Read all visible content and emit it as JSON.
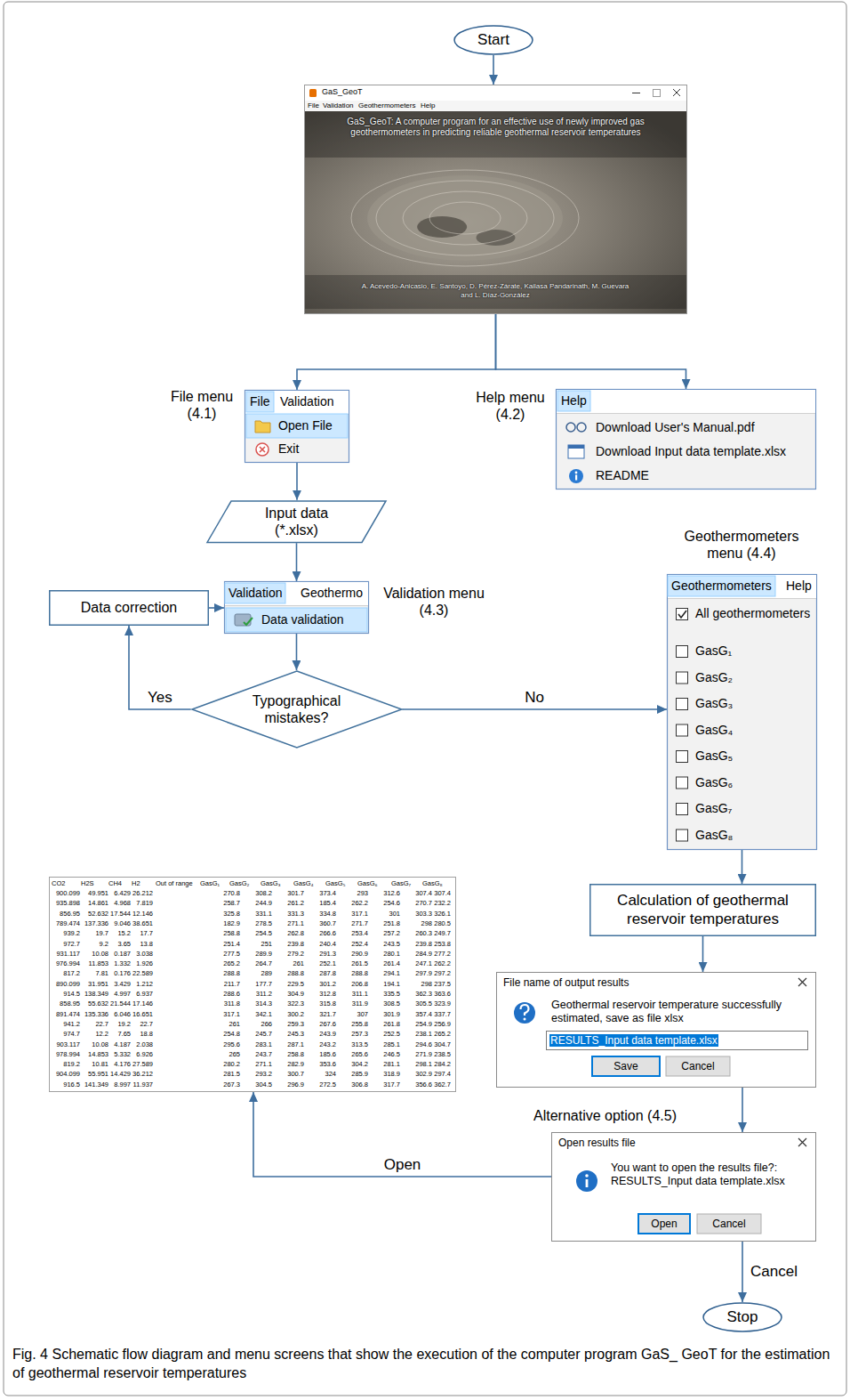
{
  "diagram": {
    "caption": "Fig. 4 Schematic flow diagram and menu screens that show the execution of the computer program GaS_ GeoT for the estimation of geothermal reservoir temperatures",
    "nodes": [
      {
        "text": [
          "Start"
        ]
      },
      {
        "text": [
          "GaS_GeoT",
          "File",
          "Validation",
          "Geothermometers",
          "Help",
          "GaS_GeoT: A computer program for an effective use of newly improved gas geothermometers in predicting reliable geothermal reservoir temperatures",
          "A. Acevedo-Anicasio, E. Santoyo, D. Pérez-Zárate, Kailasa Pandarinath, M. Guevara and L. Díaz-González"
        ]
      },
      {
        "text": [
          "File menu (4.1)",
          "File",
          "Validation",
          "Open File",
          "Exit"
        ]
      },
      {
        "text": [
          "Help menu (4.2)",
          "Help",
          "Download User's Manual.pdf",
          "Download Input data template.xlsx",
          "README"
        ]
      },
      {
        "text": [
          "Input data (*.xlsx)"
        ]
      },
      {
        "text": [
          "Validation menu (4.3)",
          "Validation",
          "Geothermo",
          "Data validation"
        ]
      },
      {
        "text": [
          "Data correction"
        ]
      },
      {
        "text": [
          "Typographical mistakes?"
        ]
      },
      {
        "text": [
          "Geothermometers menu (4.4)",
          "Geothermometers",
          "Help",
          "All geothermometers",
          "GasG₁",
          "GasG₂",
          "GasG₃",
          "GasG₄",
          "GasG₅",
          "GasG₆",
          "GasG₇",
          "GasG₈"
        ]
      },
      {
        "text": [
          "Calculation of geothermal reservoir temperatures"
        ]
      },
      {
        "text": [
          "File name of output results",
          "Geothermal reservoir temperature successfully estimated, save as file xlsx",
          "RESULTS_Input data template.xlsx",
          "Save",
          "Cancel"
        ]
      },
      {
        "text": [
          "Alternative option (4.5)",
          "Open results file",
          "You want to open the results file?: RESULTS_Input data template.xlsx",
          "Open",
          "Cancel"
        ]
      },
      {
        "text": [
          "CO2",
          "H2S",
          "CH4",
          "H2",
          "Out of range",
          "GasG₁",
          "GasG₂",
          "GasG₃",
          "GasG₄",
          "GasG₅",
          "GasG₆",
          "GasG₇",
          "GasG₈",
          "900.099",
          "49.951",
          "6.429",
          "26.212",
          "270.8",
          "308.2",
          "301.7",
          "373.4",
          "293",
          "312.6",
          "307.4",
          "307.4",
          "935.898",
          "14.861",
          "4.968",
          "7.819",
          "258.7",
          "244.9",
          "261.2",
          "185.4",
          "262.2",
          "254.6",
          "270.7",
          "232.2",
          "856.95",
          "52.632",
          "17.544",
          "12.146",
          "325.8",
          "331.1",
          "331.3",
          "334.8",
          "317.1",
          "301",
          "303.3",
          "326.1",
          "789.474",
          "137.336",
          "9.046",
          "38.651",
          "182.9",
          "278.5",
          "271.1",
          "360.7",
          "271.7",
          "251.8",
          "298",
          "280.5",
          "939.2",
          "19.7",
          "15.2",
          "17.7",
          "258.8",
          "254.5",
          "262.8",
          "266.6",
          "253.4",
          "257.2",
          "260.3",
          "249.7",
          "972.7",
          "9.2",
          "3.65",
          "13.8",
          "251.4",
          "251",
          "239.8",
          "240.4",
          "252.4",
          "243.5",
          "239.8",
          "253.8",
          "931.117",
          "10.08",
          "0.187",
          "3.038",
          "277.5",
          "289.9",
          "279.2",
          "291.3",
          "290.9",
          "280.1",
          "284.9",
          "277.2",
          "976.994",
          "11.853",
          "1.332",
          "1.926",
          "265.2",
          "264.7",
          "261",
          "252.1",
          "261.5",
          "261.4",
          "247.1",
          "262.2",
          "817.2",
          "7.81",
          "0.176",
          "22.589",
          "288.8",
          "289",
          "288.8",
          "287.8",
          "288.8",
          "294.1",
          "297.9",
          "297.2",
          "890.099",
          "31.951",
          "3.429",
          "1.212",
          "211.7",
          "177.7",
          "229.5",
          "301.2",
          "206.8",
          "194.1",
          "298",
          "237.5",
          "914.5",
          "138.349",
          "4.997",
          "6.937",
          "288.6",
          "311.2",
          "304.9",
          "312.8",
          "311.1",
          "335.5",
          "362.3",
          "363.6",
          "858.95",
          "55.632",
          "21.544",
          "17.146",
          "311.8",
          "314.3",
          "322.3",
          "315.8",
          "311.9",
          "308.5",
          "305.5",
          "323.9",
          "891.474",
          "135.336",
          "6.046",
          "16.651",
          "317.1",
          "342.1",
          "300.2",
          "321.7",
          "307",
          "301.9",
          "357.4",
          "337.7",
          "941.2",
          "22.7",
          "19.2",
          "22.7",
          "261",
          "266",
          "259.3",
          "267.6",
          "255.8",
          "261.8",
          "254.9",
          "256.9",
          "974.7",
          "12.2",
          "7.65",
          "18.8",
          "254.8",
          "245.7",
          "245.3",
          "243.9",
          "257.3",
          "252.5",
          "238.1",
          "265.2",
          "903.117",
          "10.08",
          "4.187",
          "2.038",
          "295.6",
          "283.1",
          "287.1",
          "243.2",
          "313.5",
          "285.1",
          "294.6",
          "304.7",
          "978.994",
          "14.853",
          "5.332",
          "6.926",
          "265",
          "243.7",
          "258.8",
          "185.6",
          "265.6",
          "246.5",
          "271.9",
          "238.5",
          "819.2",
          "10.81",
          "4.176",
          "27.589",
          "280.2",
          "271.1",
          "282.9",
          "353.6",
          "304.2",
          "281.1",
          "298.1",
          "284.2",
          "904.099",
          "55.951",
          "14.429",
          "36.212",
          "281.5",
          "293.2",
          "300.7",
          "324",
          "285.9",
          "318.9",
          "302.9",
          "297.4",
          "916.5",
          "141.349",
          "8.997",
          "11.937",
          "267.3",
          "304.5",
          "296.9",
          "272.5",
          "306.8",
          "317.7",
          "356.6",
          "362.7"
        ]
      },
      {
        "text": [
          "Stop"
        ]
      }
    ],
    "edges": [
      {
        "from": 0,
        "to": 1,
        "arrow": "to"
      },
      {
        "from": 1,
        "to": 2,
        "arrow": "to"
      },
      {
        "from": 1,
        "to": 3,
        "arrow": "to"
      },
      {
        "from": 2,
        "to": 4,
        "arrow": "to"
      },
      {
        "from": 4,
        "to": 5,
        "arrow": "to"
      },
      {
        "from": 5,
        "to": 7,
        "arrow": "to"
      },
      {
        "from": 7,
        "to": 6,
        "label": "Yes",
        "arrow": "to"
      },
      {
        "from": 6,
        "to": 5,
        "arrow": "to"
      },
      {
        "from": 7,
        "to": 8,
        "label": "No",
        "arrow": "to"
      },
      {
        "from": 8,
        "to": 9,
        "arrow": "to"
      },
      {
        "from": 9,
        "to": 10,
        "arrow": "to"
      },
      {
        "from": 10,
        "to": 11,
        "arrow": "to"
      },
      {
        "from": 11,
        "to": 12,
        "label": "Open",
        "arrow": "to"
      },
      {
        "from": 11,
        "to": 13,
        "label": "Cancel",
        "arrow": "to"
      }
    ]
  }
}
